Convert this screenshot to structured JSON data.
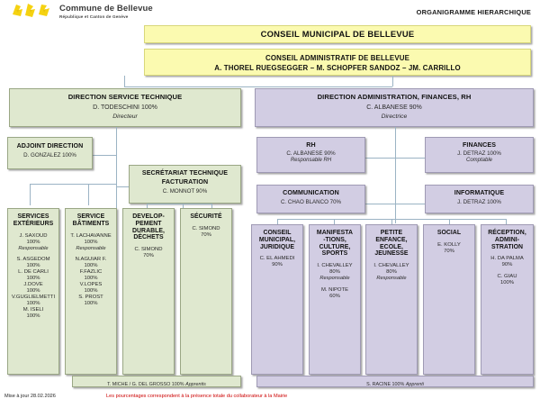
{
  "header": {
    "logo_icon": "bellevue-crest-icon",
    "brand_name": "Commune de Bellevue",
    "brand_sub": "République et Canton de Genève",
    "doc_title": "ORGANIGRAMME HIERARCHIQUE"
  },
  "banners": {
    "conseil_municipal": "CONSEIL MUNICIPAL DE BELLEVUE",
    "conseil_admin_title": "CONSEIL ADMINISTRATIF DE BELLEVUE",
    "conseil_admin_names": "A. THOREL RUEGSEGGER – M. SCHOPFER SANDOZ – JM. CARRILLO"
  },
  "direction_technique": {
    "title": "DIRECTION SERVICE TECHNIQUE",
    "name": "D. TODESCHINI 100%",
    "role": "Directeur"
  },
  "adjoint_direction": {
    "title": "ADJOINT DIRECTION",
    "name": "D. GONZALEZ 100%"
  },
  "secretariat": {
    "title_1": "SECRÉTARIAT TECHNIQUE",
    "title_2": "FACTURATION",
    "name": "C. MONNOT 90%"
  },
  "direction_admin": {
    "title": "DIRECTION ADMINISTRATION, FINANCES, RH",
    "name": "C. ALBANESE 90%",
    "role": "Directrice"
  },
  "rh": {
    "title": "RH",
    "name": "C. ALBANESE 90%",
    "role": "Responsable RH"
  },
  "finances": {
    "title": "FINANCES",
    "name": "J. DETRAZ 100%",
    "role": "Comptable"
  },
  "communication": {
    "title": "COMMUNICATION",
    "name": "C. CHAO BLANCO 70%"
  },
  "informatique": {
    "title": "INFORMATIQUE",
    "name": "J. DETRAZ 100%"
  },
  "green_columns": [
    {
      "title_lines": [
        "SERVICES",
        "EXTÉRIEURS"
      ],
      "lead": [
        "J. SAXOUD",
        "100%"
      ],
      "lead_role": "Responsable",
      "staff": [
        "S. ASGEDOM",
        "100%",
        "L. DE CARLI",
        "100%",
        "J.DOVE",
        "100%",
        "V.GUGLIELMETTI",
        "100%",
        "M. ISELI",
        "100%"
      ]
    },
    {
      "title_lines": [
        "SERVICE",
        "BÂTIMENTS"
      ],
      "lead": [
        "T. LACHAVANNE",
        "100%"
      ],
      "lead_role": "Responsable",
      "staff": [
        "N.AGUIAR F.",
        "100%",
        "F.FAZLIC",
        "100%",
        "V.LOPES",
        "100%",
        "S. PROST",
        "100%"
      ]
    },
    {
      "title_lines": [
        "DEVELOP-",
        "PEMENT",
        "DURABLE,",
        "DÉCHETS"
      ],
      "lead": [
        "C. SIMOND",
        "70%"
      ],
      "lead_role": "",
      "staff": []
    },
    {
      "title_lines": [
        "SÉCURITÉ"
      ],
      "lead": [
        "C. SIMOND",
        "70%"
      ],
      "lead_role": "",
      "staff": []
    }
  ],
  "purple_columns": [
    {
      "title_lines": [
        "CONSEIL",
        "MUNICIPAL,",
        "JURIDIQUE"
      ],
      "lead": [
        "C. EL AHMEDI",
        "90%"
      ],
      "lead_role": "",
      "staff": []
    },
    {
      "title_lines": [
        "MANIFESTA",
        "-TIONS,",
        "CULTURE,",
        "SPORTS"
      ],
      "lead": [
        "I. CHEVALLEY",
        "80%"
      ],
      "lead_role": "Responsable",
      "staff": [
        "M. NIPOTE",
        "60%"
      ]
    },
    {
      "title_lines": [
        "PETITE",
        "ENFANCE,",
        "ECOLE,",
        "JEUNESSE"
      ],
      "lead": [
        "I. CHEVALLEY",
        "80%"
      ],
      "lead_role": "Responsable",
      "staff": []
    },
    {
      "title_lines": [
        "SOCIAL"
      ],
      "lead": [
        "E. KOLLY",
        "70%"
      ],
      "lead_role": "",
      "staff": []
    },
    {
      "title_lines": [
        "RÉCEPTION,",
        "ADMINI-",
        "STRATION"
      ],
      "lead": [
        "H. DA PALMA",
        "90%"
      ],
      "lead_role": "",
      "staff": [
        "C. GIAU",
        "100%"
      ]
    }
  ],
  "apprentices": {
    "left_names": "T. MICHE / G. DEL GROSSO 100% ",
    "left_label": "Apprentis",
    "right_names": "S. RACINE 100% ",
    "right_label": "Apprenti"
  },
  "footer": {
    "update": "Mise à jour 28.02.2026",
    "note": "Les pourcentages correspondent à la présence totale du collaborateur à la Mairie"
  },
  "colors": {
    "green": "#dfe8cf",
    "purple": "#d2cde3",
    "yellow": "#fbfab0",
    "connector": "#9bb3c4",
    "note_red": "#cc0000"
  }
}
